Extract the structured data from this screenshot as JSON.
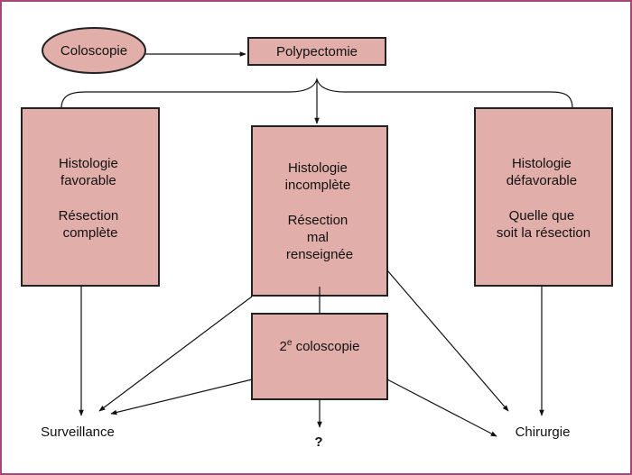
{
  "colors": {
    "box_fill": "#e2aeaa",
    "frame": "#a4487a",
    "stroke": "#222222"
  },
  "nodes": {
    "coloscopie": "Coloscopie",
    "polypectomie": "Polypectomie",
    "favorable": [
      "Histologie",
      "favorable",
      "",
      "Résection",
      "complète"
    ],
    "incomplete": [
      "Histologie",
      "incomplète",
      "",
      "Résection",
      "mal",
      "renseignée"
    ],
    "defavorable": [
      "Histologie",
      "défavorable",
      "",
      "Quelle que",
      "soit la résection"
    ],
    "second_colo": {
      "num": "2",
      "sup": "e",
      "text": " coloscopie"
    }
  },
  "outcomes": {
    "surveillance": "Surveillance",
    "unknown": "?",
    "chirurgie": "Chirurgie"
  }
}
